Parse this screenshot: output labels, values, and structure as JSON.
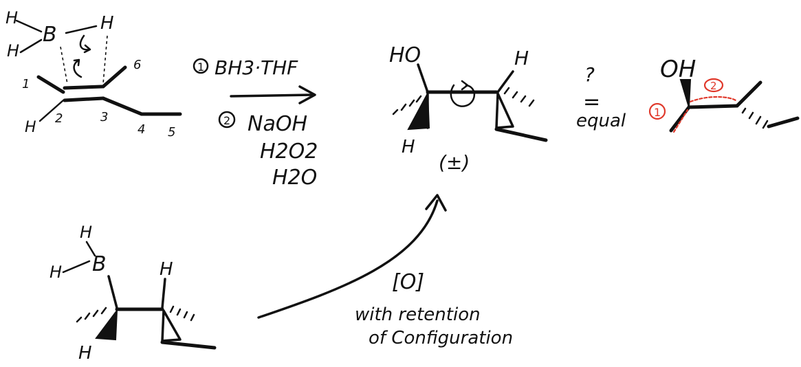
{
  "reactant": {
    "borane_atoms": [
      "H",
      "B",
      "H",
      "H"
    ],
    "alkene_h": "H",
    "carbon_numbers": [
      "1",
      "2",
      "3",
      "4",
      "5",
      "6"
    ]
  },
  "conditions": {
    "step1_marker": "1",
    "step1": "BH3·THF",
    "step2_marker": "2",
    "step2_lines": [
      "NaOH",
      "H2O2",
      "H2O"
    ]
  },
  "product": {
    "oh_label": "HO",
    "h_top": "H",
    "h_bottom": "H",
    "racemic": "(±)"
  },
  "equal_note": {
    "question": "?",
    "equal_sign": "=",
    "word": "equal"
  },
  "skeletal_product": {
    "oh_label": "OH",
    "label_1": "1",
    "label_2": "2"
  },
  "intermediate": {
    "b_label": "B",
    "b_hydrogens": [
      "H",
      "H"
    ],
    "h_top": "H",
    "h_bottom": "H"
  },
  "oxidation": {
    "reagent": "[O]",
    "lines": [
      "with retention",
      "of Configuration"
    ]
  },
  "colors": {
    "ink": "#111111",
    "annotation_red": "#e0392b",
    "background": "#ffffff"
  }
}
